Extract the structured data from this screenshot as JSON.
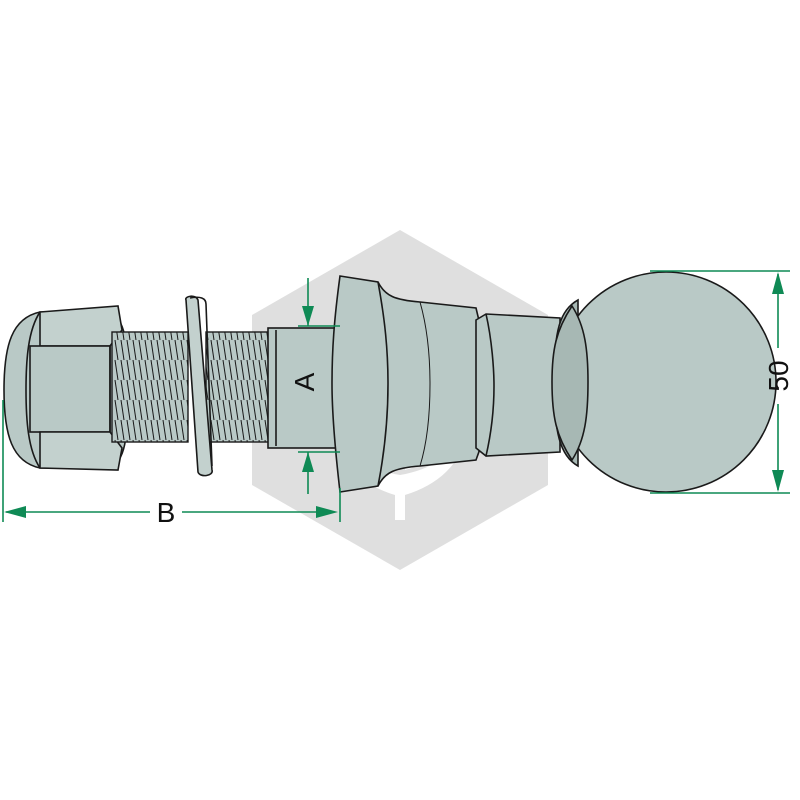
{
  "diagram": {
    "labels": {
      "a": "A",
      "b": "B",
      "ball_diameter": "50"
    },
    "watermark": {
      "icon": "wheat-hexagon-watermark-icon"
    },
    "colors": {
      "part_fill": "#b9c9c6",
      "part_fill_dark": "#a7b8b4",
      "outline": "#1a1a1a",
      "dimension_line": "#0f8a55",
      "watermark": "#d9d9d9"
    }
  }
}
